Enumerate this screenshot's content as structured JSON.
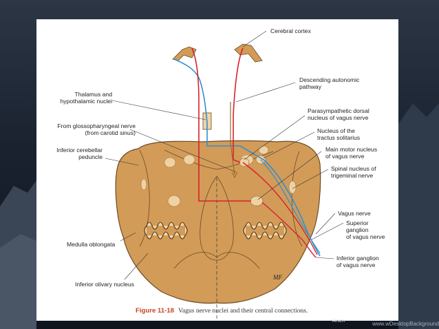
{
  "diagram": {
    "labels": {
      "cerebral_cortex": [
        "Cerebral cortex"
      ],
      "descending_autonomic": [
        "Descending autonomic",
        "pathway"
      ],
      "thalamus": [
        "Thalamus and",
        "hypothalamic nuclei"
      ],
      "parasympathetic": [
        "Parasympathetic dorsal",
        "nucleus of vagus nerve"
      ],
      "glossopharyngeal": [
        "From glossopharyngeal nerve",
        "(from carotid sinus)"
      ],
      "tractus": [
        "Nucleus of the",
        "tractus solitarius"
      ],
      "inferior_cerebellar": [
        "Inferior cerebellar",
        "peduncle"
      ],
      "main_motor": [
        "Main motor nucleus",
        "of vagus nerve"
      ],
      "spinal_nucleus": [
        "Spinal nucleus of",
        "trigeminal nerve"
      ],
      "vagus_nerve": [
        "Vagus nerve"
      ],
      "superior_ganglion": [
        "Superior",
        "ganglion",
        "of vagus nerve"
      ],
      "medulla": [
        "Medulla oblongata"
      ],
      "inferior_ganglion": [
        "Inferior ganglion",
        "of vagus nerve"
      ],
      "inferior_olivary": [
        "Inferior olivary nucleus"
      ],
      "signature": "MF"
    },
    "caption": {
      "figure": "Figure 11-18",
      "text": "Vagus nerve nuclei and their central connections."
    },
    "colors": {
      "tissue": "#d29b58",
      "outline": "#6a4a24",
      "motor_pathway": "#d8202c",
      "sensory_pathway": "#2f8fd0",
      "descending_pathway": "#9a6a2a",
      "caption_red": "#c8431e"
    }
  },
  "footer": {
    "credit": "Arsen",
    "watermark": "www.wDesktopBackground.com"
  }
}
